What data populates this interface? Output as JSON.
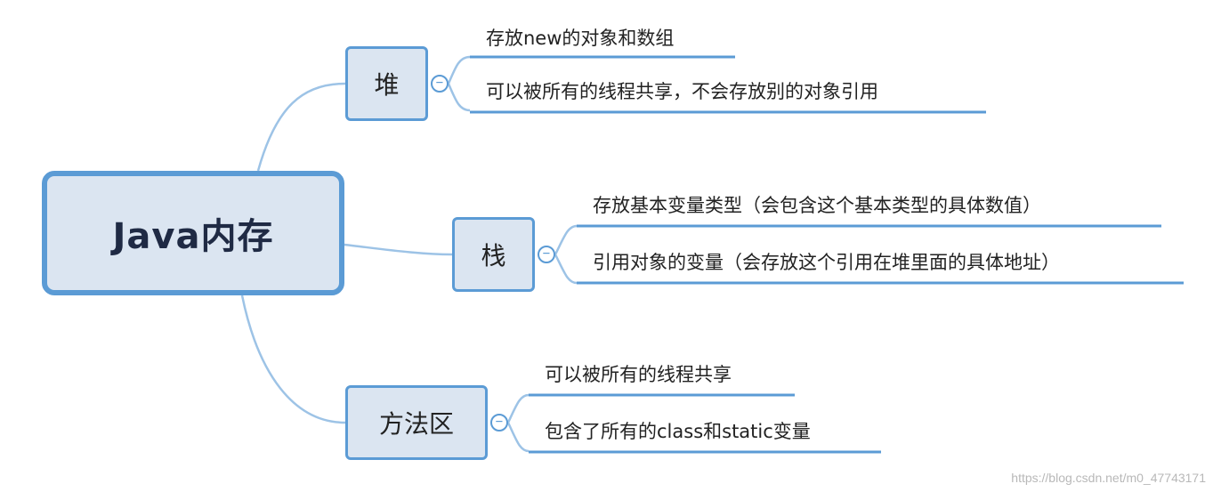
{
  "root": {
    "label": "Java内存"
  },
  "branches": [
    {
      "label": "堆",
      "collapse_symbol": "⊖",
      "leaves": [
        "存放new的对象和数组",
        "可以被所有的线程共享，不会存放别的对象引用"
      ]
    },
    {
      "label": "栈",
      "collapse_symbol": "⊖",
      "leaves": [
        "存放基本变量类型（会包含这个基本类型的具体数值）",
        "引用对象的变量（会存放这个引用在堆里面的具体地址）"
      ]
    },
    {
      "label": "方法区",
      "collapse_symbol": "⊖",
      "leaves": [
        "可以被所有的线程共享",
        "包含了所有的class和static变量"
      ]
    }
  ],
  "colors": {
    "accent": "#5b9bd5",
    "node_fill": "#dbe5f1",
    "link": "#9dc3e6",
    "underline": "#5b9bd5"
  },
  "watermark": "https://blog.csdn.net/m0_47743171"
}
